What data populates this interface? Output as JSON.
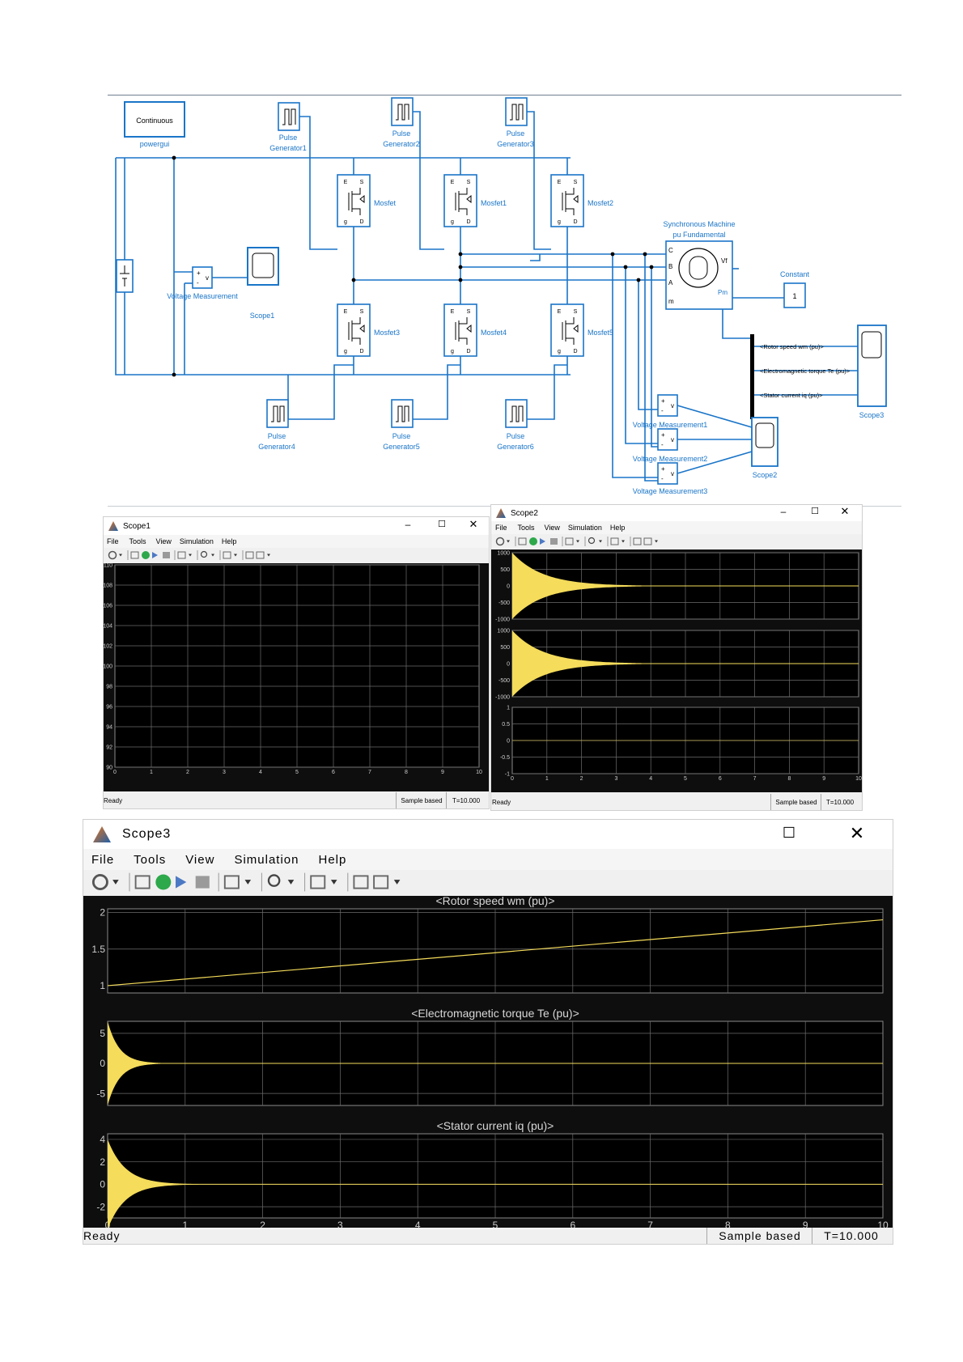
{
  "diagram": {
    "blocks": {
      "powergui_label": "Continuous",
      "powergui_name": "powergui",
      "pulse_generators": [
        "Pulse\nGenerator1",
        "Pulse\nGenerator2",
        "Pulse\nGenerator3",
        "Pulse\nGenerator4",
        "Pulse\nGenerator5",
        "Pulse\nGenerator6"
      ],
      "mosfets": [
        "Mosfet",
        "Mosfet1",
        "Mosfet2",
        "Mosfet3",
        "Mosfet4",
        "Mosfet5"
      ],
      "voltage_measurement": "Voltage Measurement",
      "voltage_measurement1": "Voltage Measurement1",
      "voltage_measurement2": "Voltage Measurement2",
      "voltage_measurement3": "Voltage Measurement3",
      "scope1": "Scope1",
      "scope2": "Scope2",
      "scope3": "Scope3",
      "machine_title": "Synchronous Machine\npu Fundamental",
      "machine_ports": [
        "C",
        "B",
        "A",
        "m",
        "Vf",
        "Pm"
      ],
      "constant_name": "Constant",
      "constant_value": "1",
      "bus_signals": [
        "<Rotor speed  wm (pu)>",
        "<Electromagnetic torque  Te (pu)>",
        "<Stator current  iq (pu)>"
      ],
      "mosfet_terminals": [
        "E",
        "S",
        "g",
        "D"
      ],
      "vm_ports": [
        "+",
        "-",
        "v"
      ]
    }
  },
  "scope1": {
    "title": "Scope1",
    "menu": [
      "File",
      "Tools",
      "View",
      "Simulation",
      "Help"
    ],
    "status": "Ready",
    "status_mode": "Sample based",
    "status_time": "T=10.000"
  },
  "scope2": {
    "title": "Scope2",
    "menu": [
      "File",
      "Tools",
      "View",
      "Simulation",
      "Help"
    ],
    "status": "Ready",
    "status_mode": "Sample based",
    "status_time": "T=10.000"
  },
  "scope3": {
    "title": "Scope3",
    "menu": [
      "File",
      "Tools",
      "View",
      "Simulation",
      "Help"
    ],
    "status": "Ready",
    "status_mode": "Sample based",
    "status_time": "T=10.000"
  },
  "colors": {
    "signal": "#f5dc5a",
    "plot_bg": "#0e0e0e",
    "grid": "#6d6d6d",
    "block_border": "#1a75c8",
    "wire": "#1a75c8"
  },
  "chart_data": [
    {
      "id": "scope1",
      "type": "line",
      "panels": [
        {
          "title": "",
          "ylim": [
            90,
            110
          ],
          "yticks": [
            "110",
            "108",
            "106",
            "104",
            "102",
            "100",
            "98",
            "96",
            "94",
            "92",
            "90"
          ],
          "xticks": [
            "0",
            "1",
            "2",
            "3",
            "4",
            "5",
            "6",
            "7",
            "8",
            "9",
            "10"
          ],
          "xlim": [
            0,
            10
          ],
          "series": []
        }
      ]
    },
    {
      "id": "scope2",
      "type": "line",
      "panels": [
        {
          "title": "",
          "ylim": [
            -1000,
            1000
          ],
          "yticks": [
            "1000",
            "500",
            "0",
            "-500",
            "-1000"
          ],
          "xlim": [
            0,
            10
          ],
          "xticks": [],
          "series": [
            {
              "kind": "decaying_oscillation",
              "amplitude": 1000,
              "decay_to_near_zero_at": 3.5,
              "final_value": 0
            }
          ]
        },
        {
          "title": "",
          "ylim": [
            -1000,
            1000
          ],
          "yticks": [
            "1000",
            "500",
            "0",
            "-500",
            "-1000"
          ],
          "xlim": [
            0,
            10
          ],
          "xticks": [],
          "series": [
            {
              "kind": "decaying_oscillation",
              "amplitude": 1000,
              "decay_to_near_zero_at": 3.5,
              "final_value": 0
            }
          ]
        },
        {
          "title": "",
          "ylim": [
            -1,
            1
          ],
          "yticks": [
            "1",
            "0.5",
            "0",
            "-0.5",
            "-1"
          ],
          "xlim": [
            0,
            10
          ],
          "xticks": [
            "0",
            "1",
            "2",
            "3",
            "4",
            "5",
            "6",
            "7",
            "8",
            "9",
            "10"
          ],
          "series": [
            {
              "kind": "constant",
              "value": 0
            }
          ]
        }
      ]
    },
    {
      "id": "scope3",
      "type": "line",
      "panels": [
        {
          "title": "<Rotor speed  wm (pu)>",
          "ylim": [
            0.9,
            2.05
          ],
          "yticks": [
            "2",
            "1.5",
            "1"
          ],
          "ytick_values": [
            2,
            1.5,
            1
          ],
          "xlim": [
            0,
            10
          ],
          "xticks": [],
          "series": [
            {
              "kind": "linear",
              "x": [
                0,
                10
              ],
              "y": [
                1.0,
                1.9
              ]
            }
          ]
        },
        {
          "title": "<Electromagnetic torque  Te (pu)>",
          "ylim": [
            -7,
            7
          ],
          "yticks": [
            "5",
            "0",
            "-5"
          ],
          "ytick_values": [
            5,
            0,
            -5
          ],
          "xlim": [
            0,
            10
          ],
          "xticks": [],
          "series": [
            {
              "kind": "decaying_oscillation",
              "amplitude": 7,
              "decay_to_near_zero_at": 0.6,
              "final_value": 0
            }
          ]
        },
        {
          "title": "<Stator current  iq (pu)>",
          "ylim": [
            -3,
            4.5
          ],
          "yticks": [
            "4",
            "2",
            "0",
            "-2"
          ],
          "ytick_values": [
            4,
            2,
            0,
            -2
          ],
          "xlim": [
            0,
            10
          ],
          "xticks": [
            "0",
            "1",
            "2",
            "3",
            "4",
            "5",
            "6",
            "7",
            "8",
            "9",
            "10"
          ],
          "series": [
            {
              "kind": "decaying_oscillation",
              "amplitude": 4,
              "decay_to_near_zero_at": 0.9,
              "final_value": 0
            }
          ]
        }
      ]
    }
  ]
}
